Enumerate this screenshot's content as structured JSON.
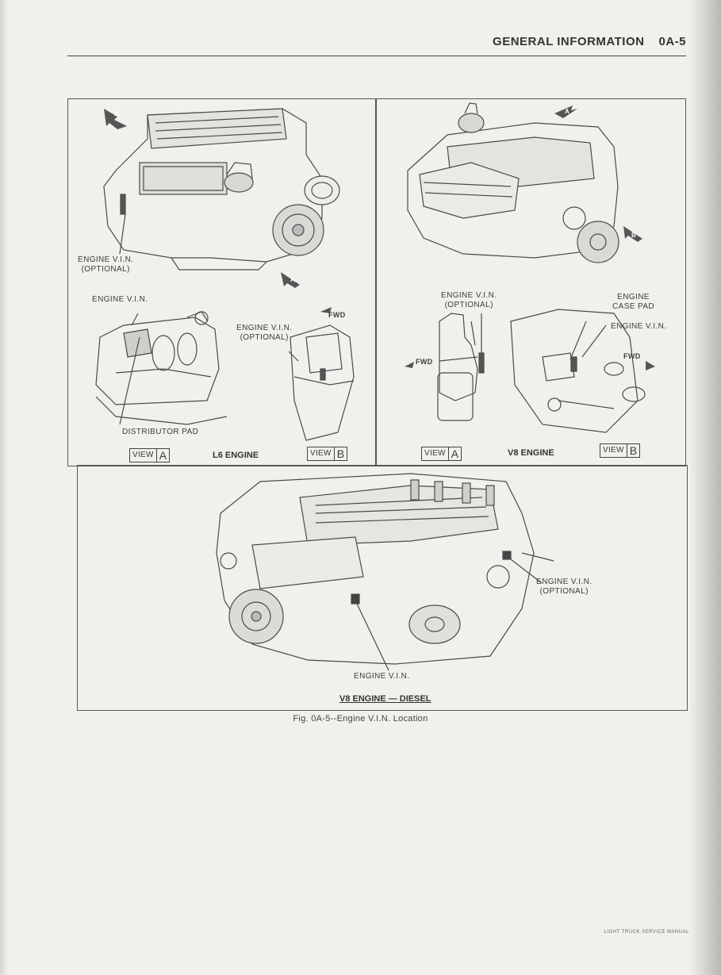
{
  "header": {
    "section": "GENERAL INFORMATION",
    "page": "0A-5"
  },
  "panels": {
    "l6": {
      "caption": "L6 ENGINE",
      "labels": {
        "vin_optional_main": "ENGINE V.I.N.\n(OPTIONAL)",
        "vin": "ENGINE V.I.N.",
        "vin_optional_view_b": "ENGINE V.I.N.\n(OPTIONAL)",
        "distributor_pad": "DISTRIBUTOR PAD",
        "fwd": "FWD"
      },
      "view_a": {
        "word": "VIEW",
        "letter": "A"
      },
      "view_b": {
        "word": "VIEW",
        "letter": "B"
      },
      "arrow_a": "A",
      "arrow_b": "B"
    },
    "v8": {
      "caption": "V8 ENGINE",
      "labels": {
        "vin_optional": "ENGINE V.I.N.\n(OPTIONAL)",
        "case_pad": "ENGINE\nCASE PAD",
        "vin": "ENGINE V.I.N.",
        "fwd_left": "FWD",
        "fwd_right": "FWD"
      },
      "view_a": {
        "word": "VIEW",
        "letter": "A"
      },
      "view_b": {
        "word": "VIEW",
        "letter": "B"
      },
      "arrow_a": "A",
      "arrow_b": "B"
    },
    "diesel": {
      "caption": "V8 ENGINE — DIESEL",
      "labels": {
        "vin_optional": "ENGINE V.I.N.\n(OPTIONAL)",
        "vin": "ENGINE V.I.N."
      }
    }
  },
  "figure_caption": "Fig. 0A-5--Engine V.I.N. Location",
  "footer": "LIGHT TRUCK SERVICE MANUAL"
}
